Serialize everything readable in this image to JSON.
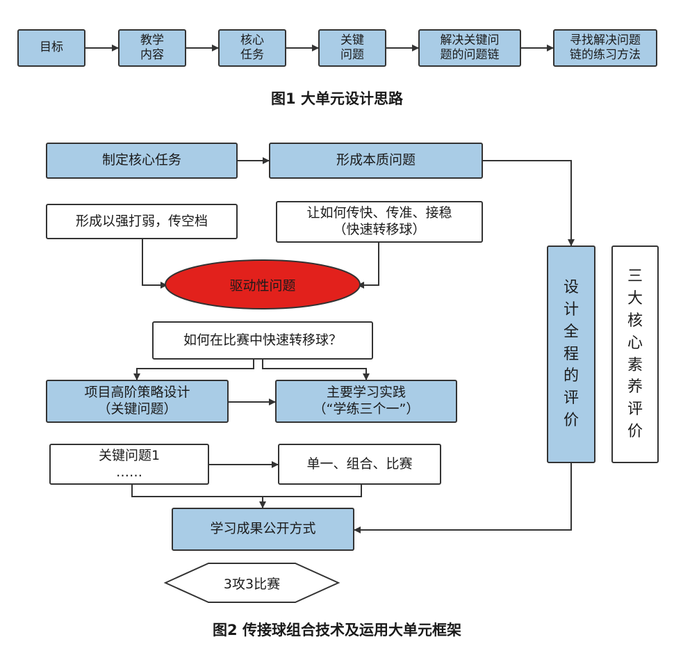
{
  "figure1": {
    "steps": [
      "目标",
      "教学\n内容",
      "核心\n任务",
      "关键\n问题",
      "解决关键问\n题的问题链",
      "寻找解决问题\n链的练习方法"
    ],
    "caption": "图1  大单元设计思路"
  },
  "figure2": {
    "core_task": "制定核心任务",
    "essential_question": "形成本质问题",
    "sub_question_left": "形成以强打弱，传空档",
    "sub_question_right_line1": "让如何传快、传准、接稳",
    "sub_question_right_line2": "（快速转移球）",
    "driving_question": "驱动性问题",
    "guiding_question": "如何在比赛中快速转移球？",
    "strategy_design_line1": "项目高阶策略设计",
    "strategy_design_line2": "（关键问题）",
    "main_practice_line1": "主要学习实践",
    "main_practice_line2": "（“学练三个一”）",
    "key_question_line1": "关键问题1",
    "key_question_line2": "……",
    "practice_modes": "单一、组合、比赛",
    "outcome_display": "学习成果公开方式",
    "match_format": "3攻3比赛",
    "whole_process_eval": [
      "设",
      "计",
      "全",
      "程",
      "的",
      "评",
      "价"
    ],
    "core_literacy_eval": [
      "三",
      "大",
      "核",
      "心",
      "素",
      "养",
      "评",
      "价"
    ],
    "caption": "图2    传接球组合技术及运用大单元框架"
  },
  "colors": {
    "box_fill": "#a9cce6",
    "driving_oval_fill": "#e2211c",
    "stroke": "#333333"
  }
}
